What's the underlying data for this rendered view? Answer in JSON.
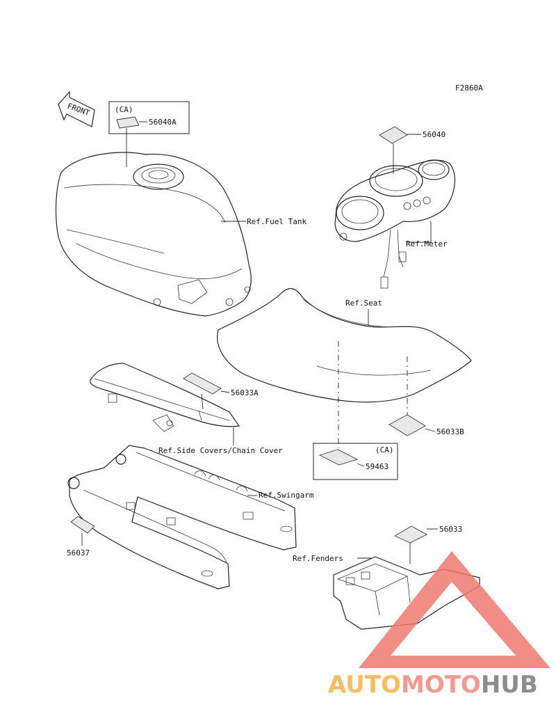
{
  "diagram": {
    "code": "F2860A",
    "front_label": "FRONT",
    "ca_tag": "(CA)",
    "parts": {
      "p56040A": "56040A",
      "p56040": "56040",
      "p56033A": "56033A",
      "p56033B": "56033B",
      "p59463": "59463",
      "p56037": "56037",
      "p56033": "56033"
    },
    "refs": {
      "fuel_tank": "Ref.Fuel Tank",
      "meter": "Ref.Meter",
      "seat": "Ref.Seat",
      "side_covers": "Ref.Side Covers/Chain Cover",
      "swingarm": "Ref.Swingarm",
      "fenders": "Ref.Fenders"
    }
  },
  "watermark": {
    "auto": "AUTO",
    "moto": "MOTO",
    "hub": "HUB",
    "colors": {
      "auto": "#f5b24a",
      "moto": "#f08a80",
      "hub": "#7a7a7a",
      "triangle": "#f07a70"
    }
  }
}
